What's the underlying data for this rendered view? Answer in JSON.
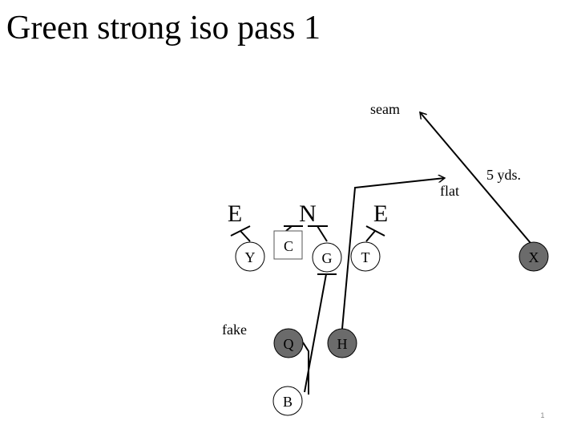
{
  "slide": {
    "title": "Green strong iso pass 1",
    "page_number": "1"
  },
  "defense": {
    "left_end": "E",
    "nose": "N",
    "right_end": "E"
  },
  "offense": {
    "y": "Y",
    "c": "C",
    "g": "G",
    "t": "T",
    "x": "X",
    "q": "Q",
    "h": "H",
    "b": "B"
  },
  "labels": {
    "seam": "seam",
    "flat": "flat",
    "depth": "5 yds.",
    "fake": "fake"
  },
  "colors": {
    "backfield_fill": "#6b6b6b",
    "line": "#000000"
  }
}
